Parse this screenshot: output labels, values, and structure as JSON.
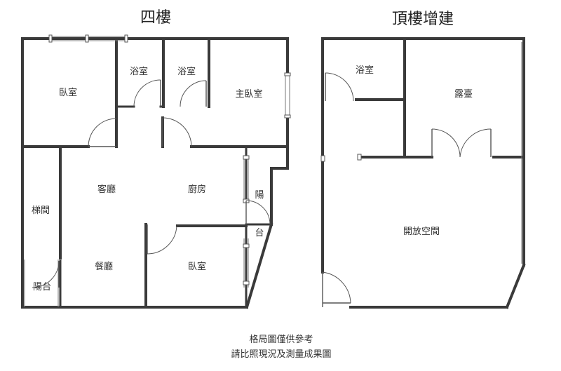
{
  "titles": {
    "fourth_floor": "四樓",
    "rooftop": "頂樓增建"
  },
  "rooms": {
    "bedroom_top_left": "臥室",
    "bath_1": "浴室",
    "bath_2": "浴室",
    "master_bedroom": "主臥室",
    "stairwell": "梯間",
    "balcony_left": "陽台",
    "living_room": "客廳",
    "dining_room": "餐廳",
    "kitchen": "廚房",
    "balcony_right_1": "陽",
    "balcony_right_2": "台",
    "bedroom_bottom": "臥室",
    "roof_bath": "浴室",
    "terrace": "露臺",
    "open_space": "開放空間"
  },
  "notes": {
    "line1": "格局圖僅供參考",
    "line2": "請比照現況及測量成果圖"
  }
}
